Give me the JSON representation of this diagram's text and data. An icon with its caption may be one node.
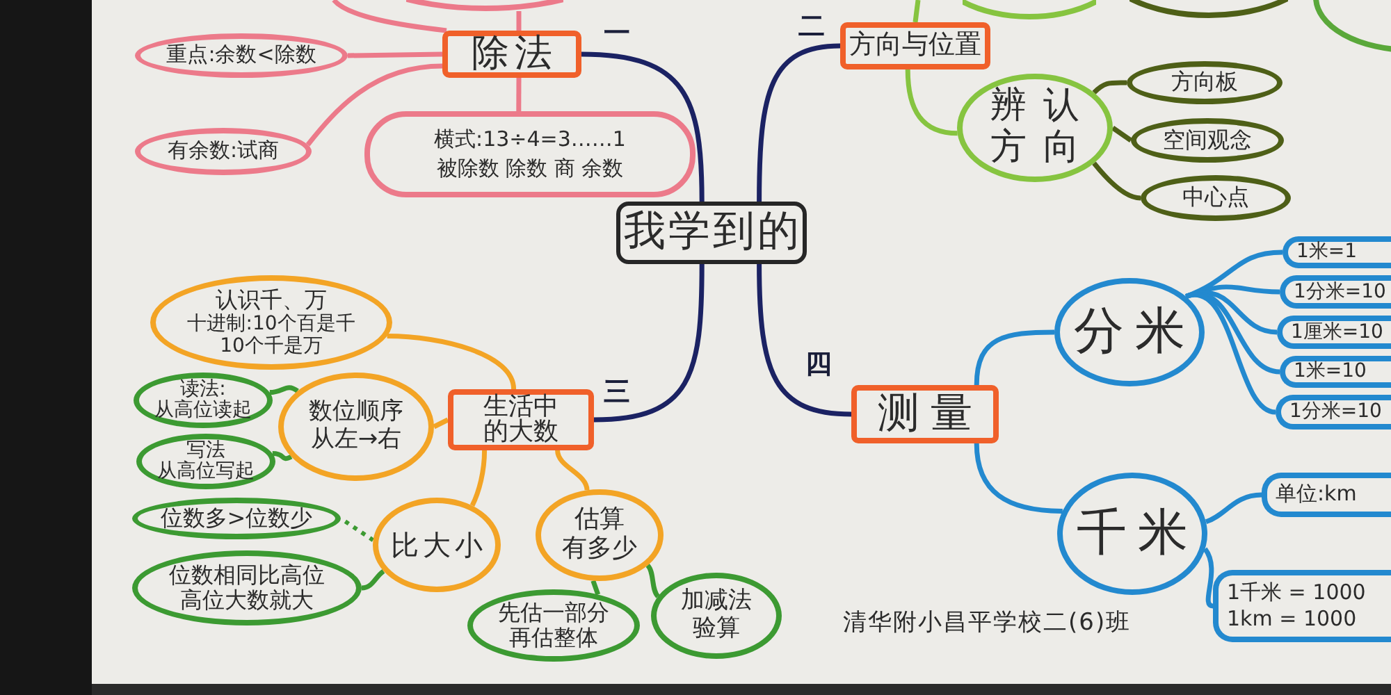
{
  "diagram": {
    "nodes": [
      {
        "text": [
          "我学到的"
        ]
      },
      {
        "text": [
          "除法"
        ]
      },
      {
        "text": [],
        "shape": "circle"
      },
      {
        "text": [
          "重点:余数<除数"
        ]
      },
      {
        "text": [
          "有余数:试商"
        ]
      },
      {
        "text": [
          "横式:13÷4=3……1",
          "被除数 除数 商 余数"
        ]
      },
      {
        "text": [
          "方向与位置"
        ]
      },
      {
        "text": [],
        "shape": "circle"
      },
      {
        "text": [],
        "shape": "circle"
      },
      {
        "text": [],
        "shape": "circle"
      },
      {
        "text": [
          "辨认方向"
        ]
      },
      {
        "text": [
          "方向板"
        ]
      },
      {
        "text": [
          "空间观念"
        ]
      },
      {
        "text": [
          "中心点"
        ]
      },
      {
        "text": [
          "生活中的大数"
        ]
      },
      {
        "text": [
          "认识千、万",
          "十进制:10个百是千10个千是万"
        ]
      },
      {
        "text": [
          "数位顺序",
          "从左→右"
        ]
      },
      {
        "text": [
          "读法:",
          "从高位读起"
        ]
      },
      {
        "text": [
          "写法",
          "从高位写起"
        ]
      },
      {
        "text": [
          "比大小"
        ]
      },
      {
        "text": [
          "位数多>位数少"
        ]
      },
      {
        "text": [
          "位数相同比高位高位大数就大"
        ]
      },
      {
        "text": [
          "估算",
          "有多少"
        ]
      },
      {
        "text": [
          "先估一部分再估整体"
        ]
      },
      {
        "text": [
          "加减法",
          "验算"
        ]
      },
      {
        "text": [
          "测量"
        ]
      },
      {
        "text": [
          "分米"
        ]
      },
      {
        "text": [
          "千米"
        ]
      },
      {
        "text": [
          "1米=1"
        ]
      },
      {
        "text": [
          "1分米=10"
        ]
      },
      {
        "text": [
          "1厘米=10"
        ]
      },
      {
        "text": [
          "1米=10"
        ]
      },
      {
        "text": [
          "1分米=10"
        ]
      },
      {
        "text": [
          "单位:km"
        ]
      },
      {
        "text": [
          "1千米 = 1000",
          "1km = 1000"
        ]
      }
    ],
    "edges": [
      {
        "from": 0,
        "to": 1,
        "arrow": "none",
        "label": "一",
        "color": "#1b2263"
      },
      {
        "from": 0,
        "to": 6,
        "arrow": "none",
        "label": "二",
        "color": "#1b2263"
      },
      {
        "from": 0,
        "to": 14,
        "arrow": "none",
        "label": "三",
        "color": "#1b2263"
      },
      {
        "from": 0,
        "to": 25,
        "arrow": "none",
        "label": "四",
        "color": "#1b2263"
      },
      {
        "from": 1,
        "to": 2,
        "arrow": "none",
        "color": "#ec7a8a"
      },
      {
        "from": 1,
        "to": null,
        "arrow": "none",
        "color": "#ec7a8a"
      },
      {
        "from": 1,
        "to": 3,
        "arrow": "none",
        "color": "#ec7a8a"
      },
      {
        "from": 1,
        "to": 4,
        "arrow": "none",
        "color": "#ec7a8a"
      },
      {
        "from": 1,
        "to": 5,
        "arrow": "none",
        "color": "#ec7a8a"
      },
      {
        "from": 6,
        "to": null,
        "arrow": "none",
        "color": "#86c440"
      },
      {
        "from": 6,
        "to": 10,
        "arrow": "none",
        "color": "#86c440"
      },
      {
        "from": 10,
        "to": 11,
        "arrow": "none",
        "color": "#4e5f17"
      },
      {
        "from": 10,
        "to": 12,
        "arrow": "none",
        "color": "#4e5f17"
      },
      {
        "from": 10,
        "to": 13,
        "arrow": "none",
        "color": "#4e5f17"
      },
      {
        "from": 14,
        "to": 15,
        "arrow": "none",
        "color": "#f3a425"
      },
      {
        "from": 14,
        "to": 16,
        "arrow": "none",
        "color": "#f3a425"
      },
      {
        "from": 14,
        "to": 19,
        "arrow": "none",
        "color": "#f3a425"
      },
      {
        "from": 14,
        "to": 22,
        "arrow": "none",
        "color": "#f3a425"
      },
      {
        "from": 16,
        "to": 17,
        "arrow": "none",
        "color": "#3c9a32"
      },
      {
        "from": 16,
        "to": 18,
        "arrow": "none",
        "color": "#3c9a32"
      },
      {
        "from": 19,
        "to": 20,
        "arrow": "none",
        "style": "dashed",
        "color": "#3c9a32"
      },
      {
        "from": 19,
        "to": 21,
        "arrow": "none",
        "color": "#3c9a32"
      },
      {
        "from": 22,
        "to": 23,
        "arrow": "none",
        "color": "#3c9a32"
      },
      {
        "from": 22,
        "to": 24,
        "arrow": "none",
        "color": "#3c9a32"
      },
      {
        "from": 25,
        "to": 26,
        "arrow": "none"
      },
      {
        "from": 25,
        "to": 27,
        "arrow": "none"
      },
      {
        "from": 26,
        "to": 28,
        "arrow": "none"
      },
      {
        "from": 26,
        "to": 29,
        "arrow": "none"
      },
      {
        "from": 26,
        "to": 30,
        "arrow": "none"
      },
      {
        "from": 26,
        "to": 31,
        "arrow": "none"
      },
      {
        "from": 26,
        "to": 32,
        "arrow": "none"
      },
      {
        "from": 27,
        "to": 33,
        "arrow": "none"
      },
      {
        "from": 27,
        "to": 34,
        "arrow": "none"
      }
    ],
    "labels": [
      "清华附小昌平学校二(6)班"
    ]
  }
}
